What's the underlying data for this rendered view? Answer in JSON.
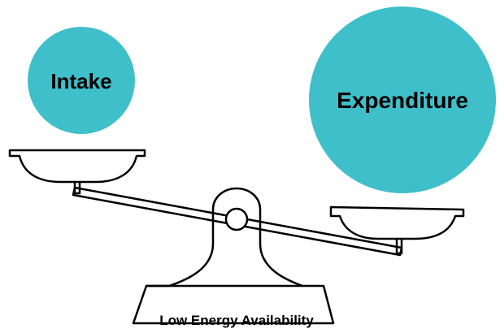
{
  "diagram": {
    "intake_label": "Intake",
    "expenditure_label": "Expenditure",
    "base_label": "Low Energy Availability"
  },
  "colors": {
    "circle_fill": "#3FBFCA",
    "line": "#000000",
    "background": "#FFFFFF"
  }
}
